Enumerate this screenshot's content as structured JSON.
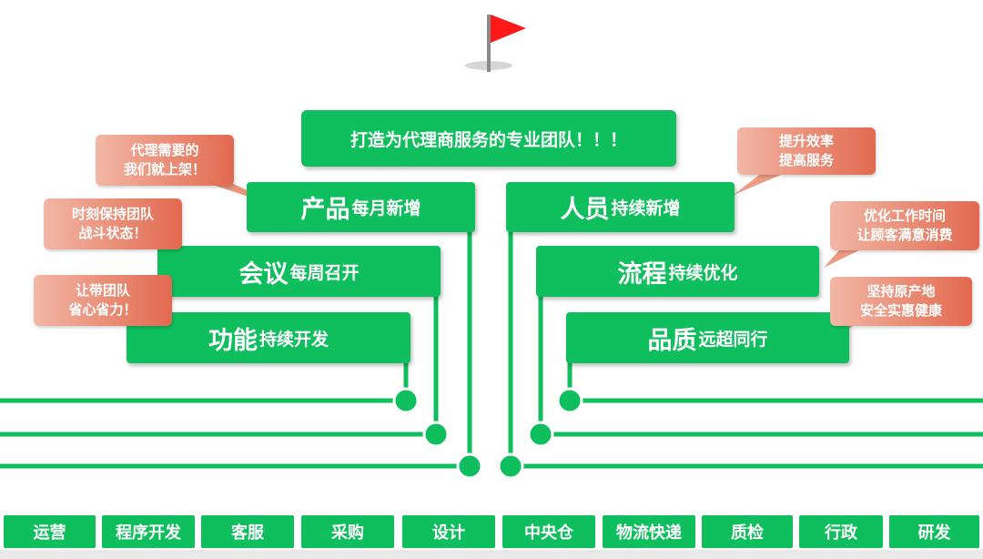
{
  "colors": {
    "green": "#0fbe5d",
    "bubble_from": "#f2b7a5",
    "bubble_to": "#e2694f",
    "flag": "#ff1a1a"
  },
  "header": {
    "title": "打造为代理商服务的专业团队！！！"
  },
  "left_bars": [
    {
      "main": "产品",
      "sub": "每月新增"
    },
    {
      "main": "会议",
      "sub": "每周召开"
    },
    {
      "main": "功能",
      "sub": "持续开发"
    }
  ],
  "right_bars": [
    {
      "main": "人员",
      "sub": "持续新增"
    },
    {
      "main": "流程",
      "sub": "持续优化"
    },
    {
      "main": "品质",
      "sub": "远超同行"
    }
  ],
  "left_bubbles": [
    {
      "line1": "代理需要的",
      "line2": "我们就上架！"
    },
    {
      "line1": "时刻保持团队",
      "line2": "战斗状态！"
    },
    {
      "line1": "让带团队",
      "line2": "省心省力！"
    }
  ],
  "right_bubbles": [
    {
      "line1": "提升效率",
      "line2": "提高服务"
    },
    {
      "line1": "优化工作时间",
      "line2": "让顾客满意消费"
    },
    {
      "line1": "坚持原产地",
      "line2": "安全实惠健康"
    }
  ],
  "departments": [
    "运营",
    "程序开发",
    "客服",
    "采购",
    "设计",
    "中央仓",
    "物流快递",
    "质检",
    "行政",
    "研发"
  ],
  "icons": {
    "flag": "flag-icon"
  }
}
